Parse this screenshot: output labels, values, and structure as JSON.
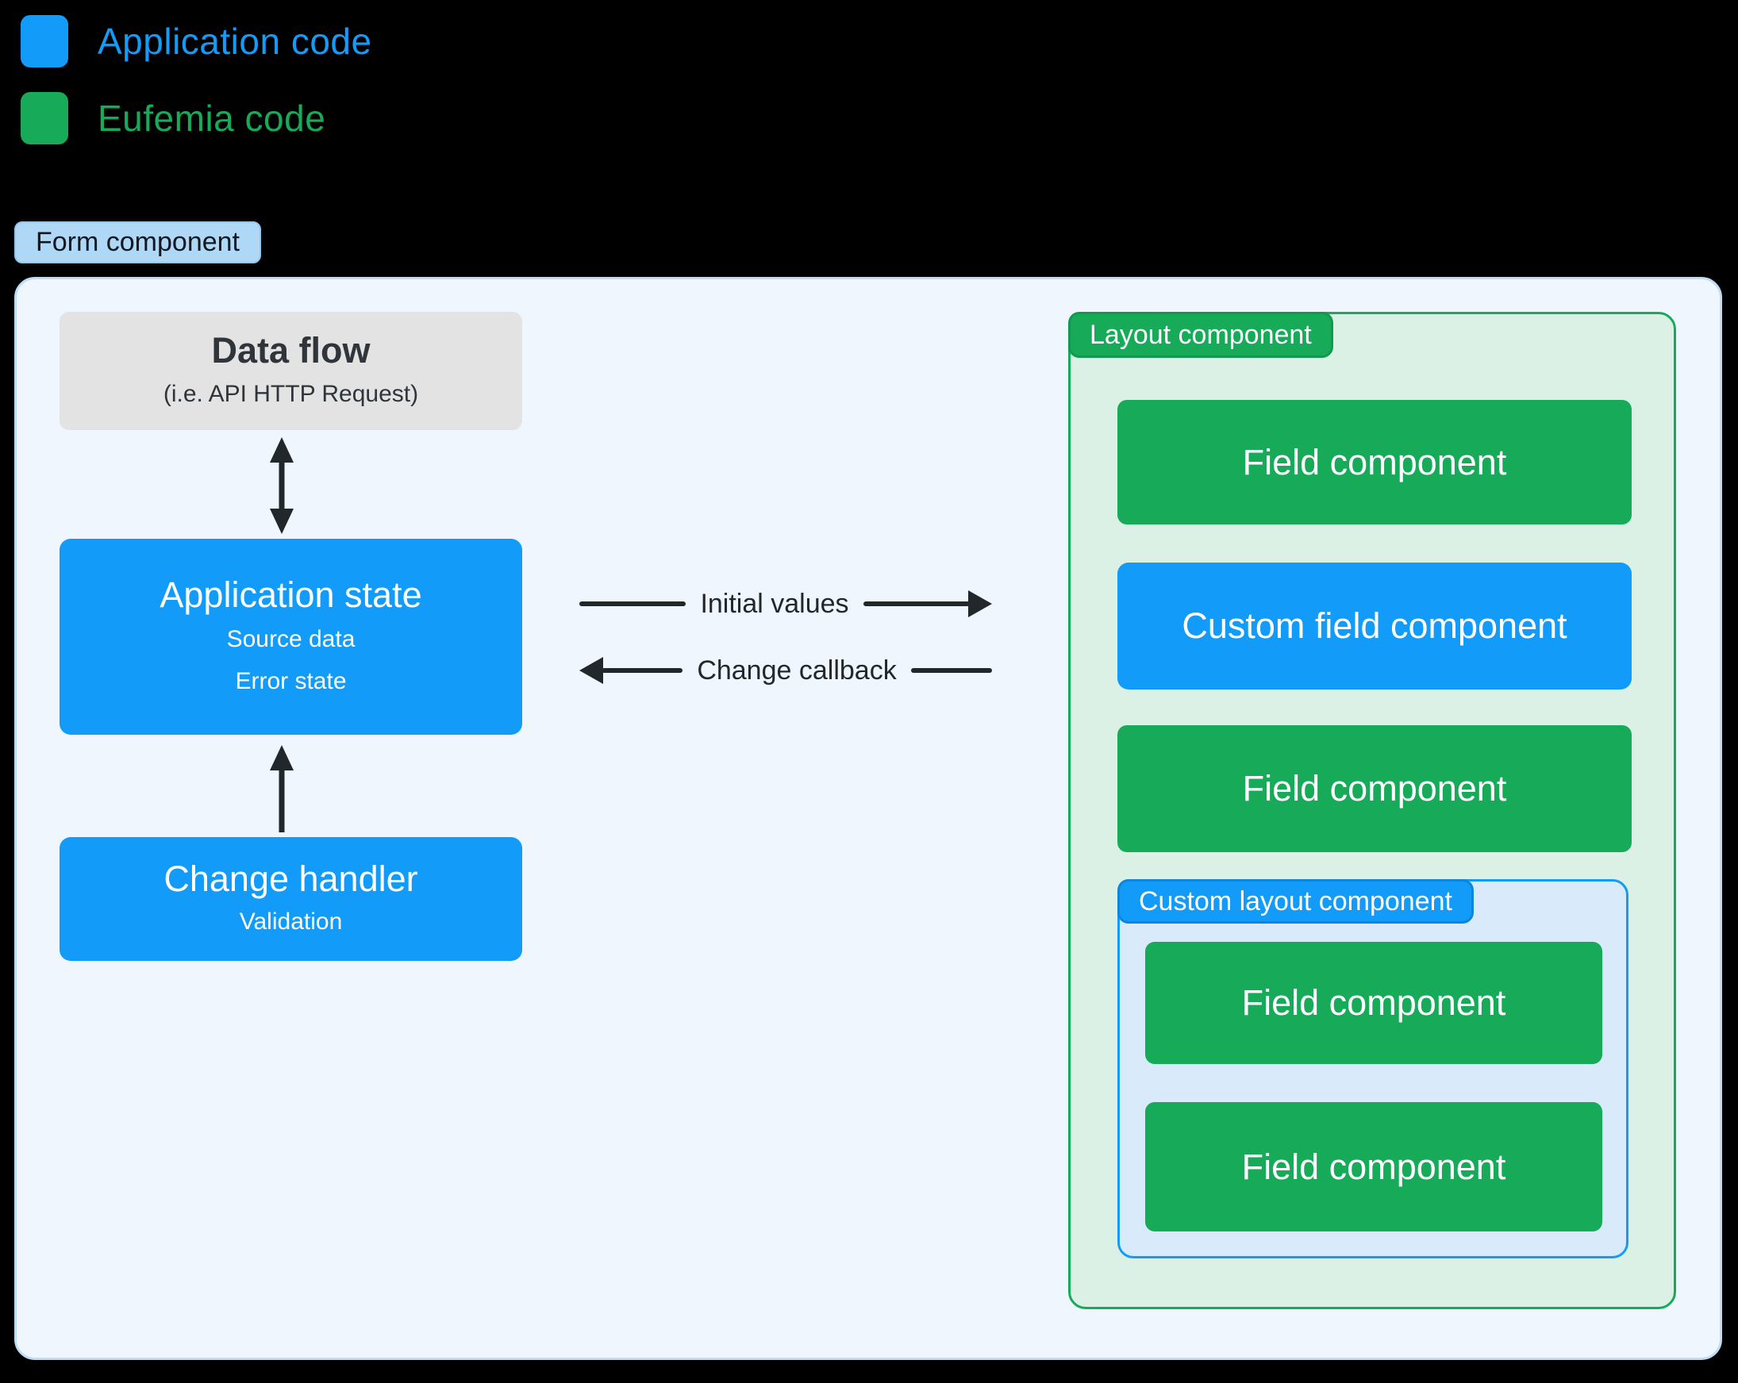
{
  "legend": {
    "items": [
      {
        "label": "Application code",
        "swatch": "application-blue-swatch"
      },
      {
        "label": "Eufemia code",
        "swatch": "eufemia-green-swatch"
      }
    ]
  },
  "diagram": {
    "form_label": "Form component",
    "data_flow": {
      "title": "Data flow",
      "subtitle": "(i.e. API HTTP Request)"
    },
    "application_state": {
      "title": "Application state",
      "line1": "Source data",
      "line2": "Error state"
    },
    "change_handler": {
      "title": "Change handler",
      "line1": "Validation"
    },
    "arrows": {
      "to_layout": "Initial values",
      "from_layout": "Change callback"
    },
    "layout_component": {
      "label": "Layout component",
      "field_1": "Field component",
      "custom_field": "Custom field component",
      "field_2": "Field component",
      "custom_layout": {
        "label": "Custom layout component",
        "field_1": "Field component",
        "field_2": "Field component"
      }
    }
  },
  "colors": {
    "application_blue": "#129BF8",
    "eufemia_green": "#17AB59",
    "layout_bg": "#DCF1E5",
    "custom_layout_bg": "#D9EBFB",
    "form_bg": "#EFF6FD",
    "form_border": "#BCDDF5",
    "form_label_bg": "#AFD8F7",
    "neutral_box_bg": "#E3E3E3",
    "arrow": "#22272C",
    "page_bg": "#000000"
  }
}
